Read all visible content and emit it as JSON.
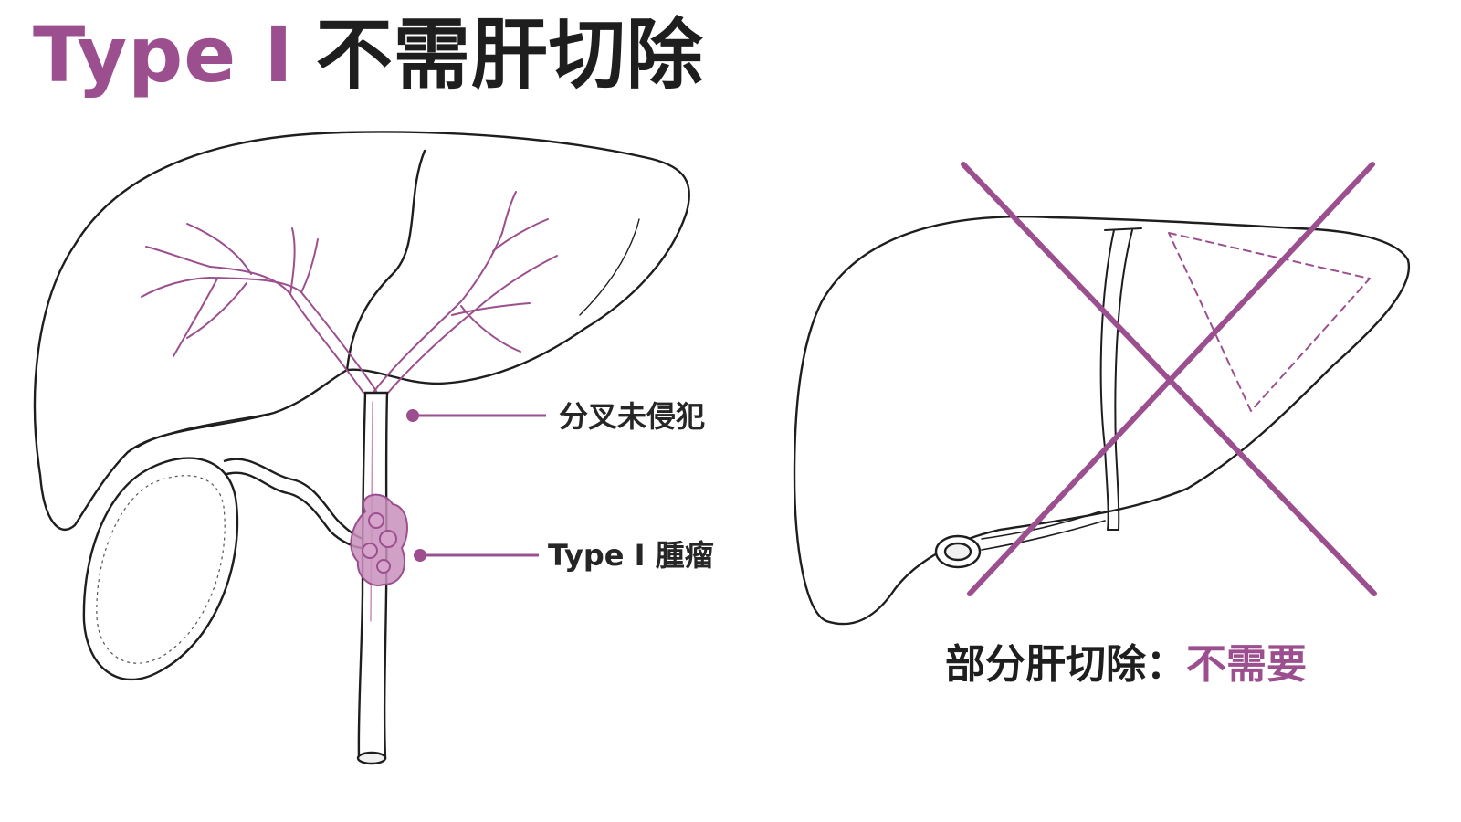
{
  "title": {
    "type_label": "Type I",
    "heading": "不需肝切除"
  },
  "labels": {
    "bifurcation": "分叉未侵犯",
    "tumor": "Type I 腫瘤"
  },
  "caption": {
    "lead": "部分肝切除：",
    "answer": "不需要"
  },
  "colors": {
    "accent": "#9c4f8e",
    "outline": "#1e1e1e",
    "tumor_fill": "#c98fbd"
  }
}
